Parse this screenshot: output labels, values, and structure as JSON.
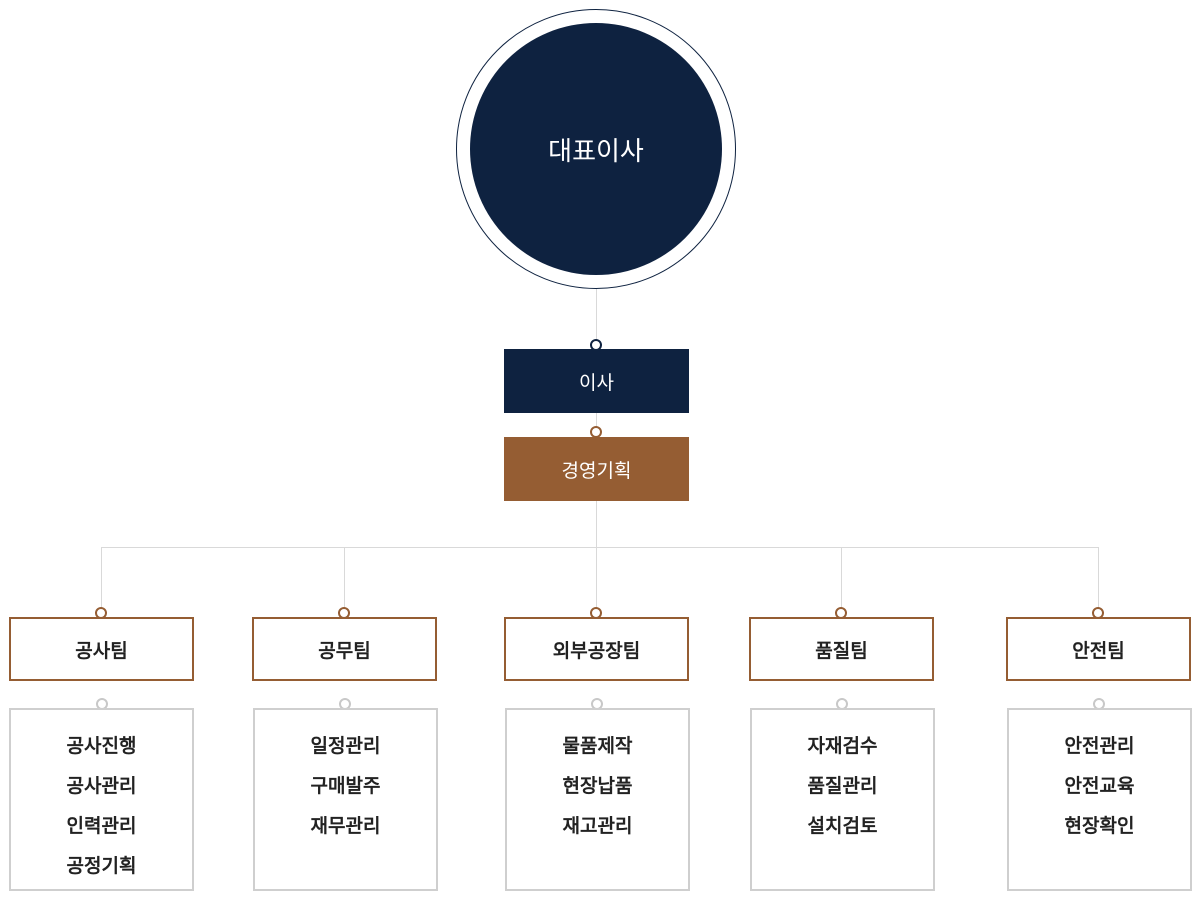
{
  "ceo": {
    "label": "대표이사"
  },
  "director": {
    "label": "이사"
  },
  "planning": {
    "label": "경영기획"
  },
  "teams": [
    {
      "name": "공사팀",
      "tasks": [
        "공사진행",
        "공사관리",
        "인력관리",
        "공정기획"
      ]
    },
    {
      "name": "공무팀",
      "tasks": [
        "일정관리",
        "구매발주",
        "재무관리"
      ]
    },
    {
      "name": "외부공장팀",
      "tasks": [
        "물품제작",
        "현장납품",
        "재고관리"
      ]
    },
    {
      "name": "품질팀",
      "tasks": [
        "자재검수",
        "품질관리",
        "설치검토"
      ]
    },
    {
      "name": "안전팀",
      "tasks": [
        "안전관리",
        "안전교육",
        "현장확인"
      ]
    }
  ],
  "colors": {
    "navy": "#0e2240",
    "brown": "#955d33",
    "gray_border": "#cfcfcf",
    "line": "#d9d9d9"
  }
}
